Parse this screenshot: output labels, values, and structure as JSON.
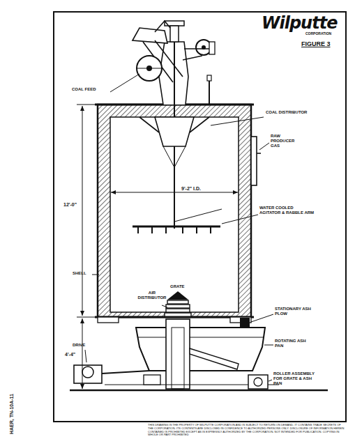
{
  "diagram": {
    "title": "FIGURE 3",
    "labels": [
      "Wilputte",
      "CORPORATION",
      "COAL FEED",
      "COAL DISTRIBUTOR",
      "RAW PRODUCER GAS",
      "9'-2\" I.D.",
      "12'-0\"",
      "WATER COOLED AGITATOR & RABBLE ARM",
      "SHELL",
      "GRATE",
      "AIR DISTRIBUTOR",
      "STATIONARY ASH PLOW",
      "ROTATING ASH PAN",
      "4'-4\"",
      "DRIVE",
      "ROLLER ASSEMBLY FOR GRATE & ASH PAN",
      "HAER, TN-10A-11",
      "THIS DRAWING IS THE PROPERTY OF WILPUTTE CORPORATION AND IS SUBJECT TO RETURN ON DEMAND. IT CONTAINS TRADE SECRETS OF THE CORPORATION. ITS CONTENTS ARE DISCLOSED IN CONFIDENCE TO AUTHORIZED PERSONS ONLY. DISCLOSURE OF INFORMATION HEREIN CONTAINED IS PROHIBITED EXCEPT AS IS EXPRESSLY AUTHORIZED BY THE CORPORATION. NOT INTENDED FOR PUBLICATION. COPYING IN WHOLE OR PART PROHIBITED"
    ]
  }
}
